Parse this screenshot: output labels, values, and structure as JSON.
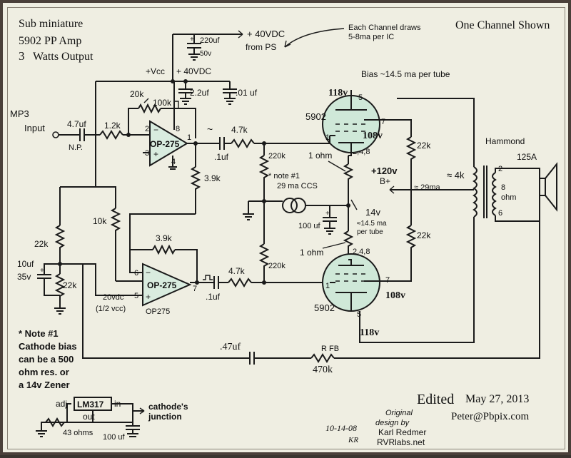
{
  "title": {
    "line1": "Sub miniature",
    "line2": "5902 PP Amp",
    "line3_num": "3",
    "line3_text": "Watts Output"
  },
  "notes": {
    "channel": "One Channel Shown",
    "draw1": "Each Channel draws",
    "draw2": "5-8ma per IC"
  },
  "labels": {
    "supply_voltage": "+ 40VDC",
    "supply_source": "from PS",
    "c_220uf": "220uf",
    "c_220uf_v": "50v",
    "vcc": "+Vcc",
    "vcc_voltage": "+ 40VDC",
    "c_2u2": "2.2uf",
    "c_01u": ".01 uf",
    "input1": "MP3",
    "input2": "Input",
    "c_4u7": "4.7uf",
    "np": "N.P.",
    "r_1k2": "1.2k",
    "r_20k": "20k",
    "r_100k": "100k",
    "opamp": "OP-275",
    "opamp_part": "OP275",
    "r_3k9": "3.9k",
    "c_1u": ".1uf",
    "r_4k7": "4.7k",
    "r_10k": "10k",
    "r_22k": "22k",
    "c_10u": "10uf",
    "c_10u_v": "35v",
    "bias_vdc": "20vdc",
    "half_vcc": "(1/2 vcc)",
    "r_220k": "220k",
    "note1_ref": "* note #1",
    "ccs": "29 ma CCS",
    "c_100u": "100 uf",
    "r_1ohm": "1 ohm",
    "pins": "2,4,8",
    "cathode_v": "14v",
    "cathode_i": "≈14.5 ma",
    "per_tube": "per tube",
    "screen_v": "118v",
    "tube_type": "5902",
    "plate_v": "108v",
    "bias_per_tube": "Bias ~14.5 ma per tube",
    "bplus_v": "+120v",
    "bplus": "B+",
    "bplus_i": "≈ 29ma",
    "primary_z": "≈ 4k",
    "ohm8": "8",
    "ohm": "ohm",
    "transformer_brand": "Hammond",
    "transformer_model": "125A",
    "rfb": "R FB",
    "r_470k": "470k",
    "c_47u": ".47uf",
    "lm317": "LM317",
    "adj": "adj",
    "in": "in",
    "out": "out",
    "r_43": "43 ohms",
    "cathodes1": "cathode's",
    "cathodes2": "junction"
  },
  "note1": {
    "l1": "* Note #1",
    "l2": "Cathode bias",
    "l3": "can be a 500",
    "l4": "ohm res. or",
    "l5": "a 14v Zener"
  },
  "credits": {
    "edited": "Edited",
    "date": "May 27, 2013",
    "email": "Peter@Pbpix.com",
    "l1": "Original",
    "l2": "design by",
    "l3": "Karl Redmer",
    "l4": "RVRlabs.net",
    "handwritten_date": "10-14-08",
    "initials": "KR"
  }
}
